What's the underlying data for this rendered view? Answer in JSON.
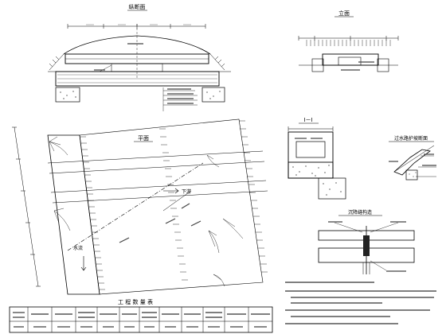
{
  "drawing": {
    "line_color": "#000000",
    "background": "#ffffff"
  },
  "views": {
    "longitudinal_section": {
      "title": "纵断面"
    },
    "elevation": {
      "title": "立面"
    },
    "section_1_1": {
      "title": "I－I"
    },
    "slope_protection_section": {
      "title": "过水路护坡断面"
    },
    "plan": {
      "title": "平面",
      "flow_to_label": "下游",
      "flow_from_label": "水流"
    },
    "joint_detail": {
      "title": "沉降缝构造"
    }
  },
  "quantities_table": {
    "title": "工 程 数 量 表"
  },
  "notes": {
    "count": 4
  }
}
